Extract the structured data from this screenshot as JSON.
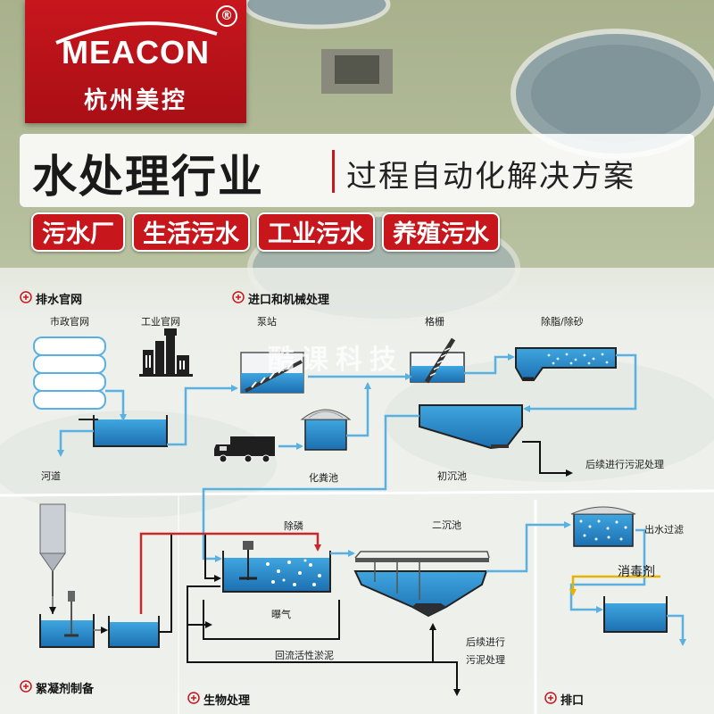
{
  "brand": {
    "name": "MEACON",
    "cn_name": "杭州美控",
    "reg_mark": "®"
  },
  "headline": {
    "main": "水处理行业",
    "sub": "过程自动化解决方案"
  },
  "tags": [
    "污水厂",
    "生活污水",
    "工业污水",
    "养殖污水"
  ],
  "watermark": "酷课科技",
  "sections": {
    "drainage": "排水官网",
    "intake": "进口和机械处理",
    "flocculant": "絮凝剂制备",
    "bio": "生物处理",
    "discharge": "排口"
  },
  "labels": {
    "municipal": "市政官网",
    "industrial": "工业官网",
    "pump_station": "泵站",
    "grille": "格栅",
    "degrease": "除脂/除砂",
    "river": "河道",
    "septic": "化粪池",
    "primary": "初沉池",
    "sludge_next_1": "后续进行污泥处理",
    "phosphorus": "除磷",
    "secondary": "二沉池",
    "outlet_filter": "出水过滤",
    "disinfectant": "消毒剂",
    "aeration": "曝气",
    "return_sludge": "回流活性淤泥",
    "sludge_next_2a": "后续进行",
    "sludge_next_2b": "污泥处理"
  },
  "colors": {
    "brand_red": "#c8161d",
    "water_blue": "#2a8fcf",
    "pipe_blue": "#5ab0e0",
    "phos_red": "#c82828",
    "disinfect_yellow": "#e6b400"
  }
}
